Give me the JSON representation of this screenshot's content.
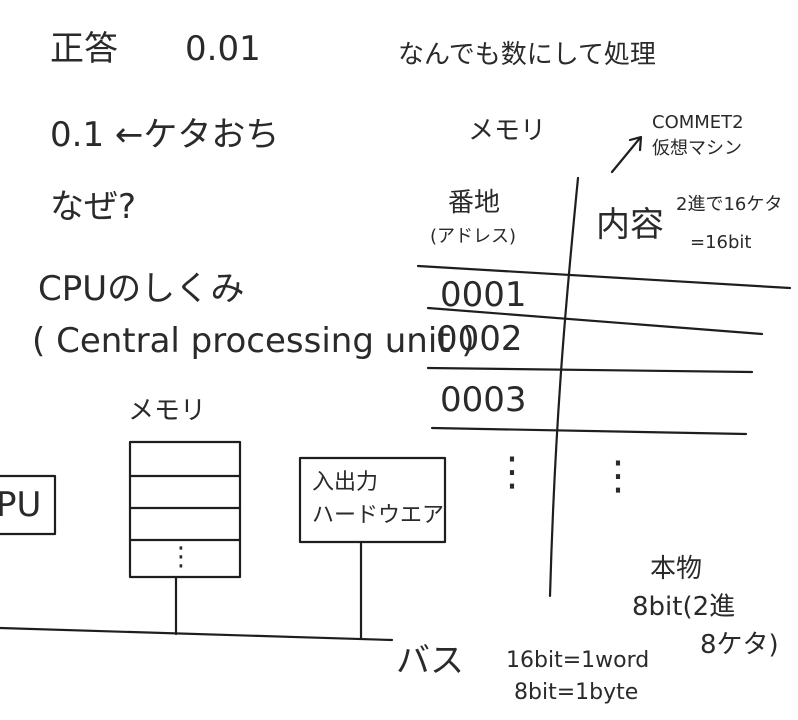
{
  "header": {
    "answer_label": "正答",
    "answer_value": "0.01",
    "note_numbers": "なんでも数にして処理"
  },
  "notes": {
    "digit_drop": "0.1 ←ケタおち",
    "why": "なぜ?"
  },
  "cpu_section": {
    "title": "CPUのしくみ",
    "subtitle": "( Central processing unit )"
  },
  "memory_table": {
    "title": "メモリ",
    "comet_line1": "COMMET2",
    "comet_line2": "仮想マシン",
    "col_address_line1": "番地",
    "col_address_line2": "(アドレス)",
    "col_content": "内容",
    "content_note_line1": "2進で16ケタ",
    "content_note_line2": "=16bit",
    "rows": [
      "0001",
      "0002",
      "0003"
    ],
    "ellipsis": "⋮"
  },
  "diagram": {
    "memory_label": "メモリ",
    "cpu_box": "PU",
    "memory_dots": "⋮",
    "io_line1": "入出力",
    "io_line2": "ハードウエア",
    "bus_label": "バス"
  },
  "footnotes": {
    "real_line1": "本物",
    "real_line2": "8bit(2進",
    "real_line3": "8ケタ)",
    "word": "16bit=1word",
    "byte": "8bit=1byte"
  }
}
